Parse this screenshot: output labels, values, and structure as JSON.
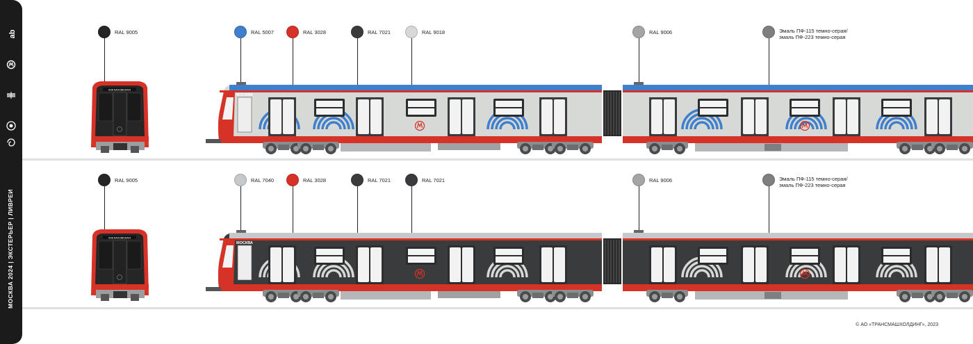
{
  "sidebar": {
    "title": "МОСКВА 2024 | ЭКСТЕРЬЕР | ЛИВРЕИ"
  },
  "copyright": "© АО «ТРАНСМАШХОЛДИНГ», 2023",
  "colors": {
    "ral_9005": "#262626",
    "ral_5007": "#3f7fcc",
    "ral_3028": "#d73227",
    "ral_7021": "#3a3b3d",
    "ral_9018": "#d7d9d6",
    "ral_9006": "#a3a5a6",
    "ral_7040": "#c6c9cb",
    "enamel_gray": "#7e7f80"
  },
  "rows": [
    {
      "id": "row-1",
      "callouts": [
        {
          "text": "RAL 9005",
          "color": "#262626"
        },
        {
          "text": "RAL 5007",
          "color": "#3f7fcc"
        },
        {
          "text": "RAL 3028",
          "color": "#d73227"
        },
        {
          "text": "RAL 7021",
          "color": "#3a3b3d"
        },
        {
          "text": "RAL 9018",
          "color": "#d7d9d6"
        },
        {
          "text": "RAL 9006",
          "color": "#a3a5a6"
        },
        {
          "text": "Эмаль ПФ-115 темно-серая/",
          "text2": "эмаль ПФ-223 темно-серая",
          "color": "#7e7f80"
        }
      ],
      "front_destination": "008 КАХОВСКАЯ",
      "side_text": "МОСКВА"
    },
    {
      "id": "row-2",
      "callouts": [
        {
          "text": "RAL 9005",
          "color": "#262626"
        },
        {
          "text": "RAL 7040",
          "color": "#c6c9cb"
        },
        {
          "text": "RAL 3028",
          "color": "#d73227"
        },
        {
          "text": "RAL 7021",
          "color": "#3a3b3d"
        },
        {
          "text": "RAL 7021",
          "color": "#3a3b3d"
        },
        {
          "text": "RAL 9006",
          "color": "#a3a5a6"
        },
        {
          "text": "Эмаль ПФ-115 темно-серая/",
          "text2": "эмаль ПФ-223 темно-серая",
          "color": "#7e7f80"
        }
      ],
      "front_destination": "008 КАХОВСКАЯ",
      "side_text": "МОСКВА"
    }
  ]
}
